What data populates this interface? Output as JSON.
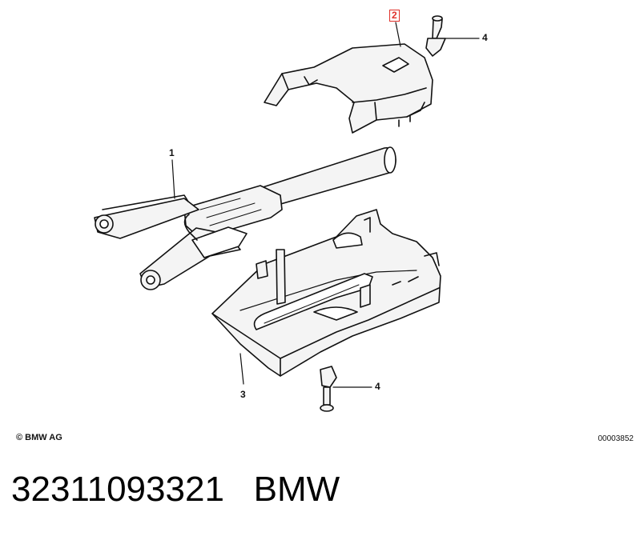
{
  "callouts": {
    "c1": "1",
    "c2": "2",
    "c3": "3",
    "c4a": "4",
    "c4b": "4"
  },
  "footer": {
    "copyright": "© BMW AG",
    "drawing_number": "00003852"
  },
  "caption": {
    "part_number": "32311093321",
    "brand": "BMW"
  },
  "colors": {
    "highlight": "#e0302a",
    "line": "#111111",
    "fill": "#f2f2f2"
  }
}
